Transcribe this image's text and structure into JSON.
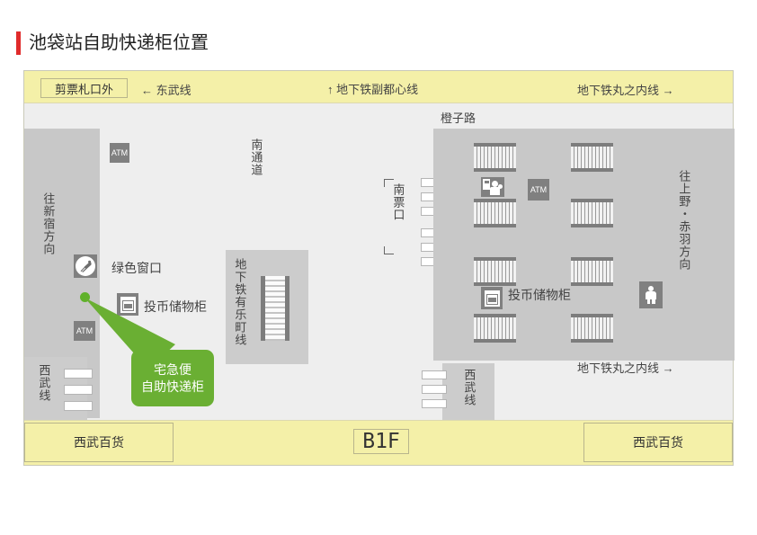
{
  "page": {
    "title": "池袋站自助快递柜位置",
    "accent_color": "#e02b2b",
    "band_color": "#f4f0a8",
    "zone_color": "#c8c8c8",
    "callout_color": "#6aaf33"
  },
  "top_band": {
    "gate_label": "剪票札口外",
    "tobu_line": "← 东武线",
    "fukutoshin_line": "↑ 地下铁副都心线",
    "marunouchi_line": "地下铁丸之内线 →"
  },
  "map": {
    "orange_road": "橙子路",
    "to_shinjuku": "往新宿方向",
    "south_passage": "南通道",
    "yurakucho_line": "地下铁有乐町线",
    "south_gate": "南票口",
    "to_ueno": "往上野・赤羽方向",
    "seibu_line_left": "西武线",
    "seibu_line_center": "西武线",
    "green_window": "绿色窗口",
    "coin_locker_left": "投币储物柜",
    "coin_locker_right": "投币储物柜",
    "marunouchi_line_lower": "地下铁丸之内线 →",
    "atm_label": "ATM"
  },
  "callout": {
    "line1": "宅急便",
    "line2": "自助快递柜"
  },
  "bottom_band": {
    "seibu_department_left": "西武百货",
    "floor_label": "B1F",
    "seibu_department_right": "西武百货"
  },
  "icons": {
    "atm": "atm-icon",
    "escalator": "escalator-icon",
    "locker": "coin-locker-icon",
    "baby_room": "baby-room-icon",
    "restroom": "restroom-icon"
  }
}
